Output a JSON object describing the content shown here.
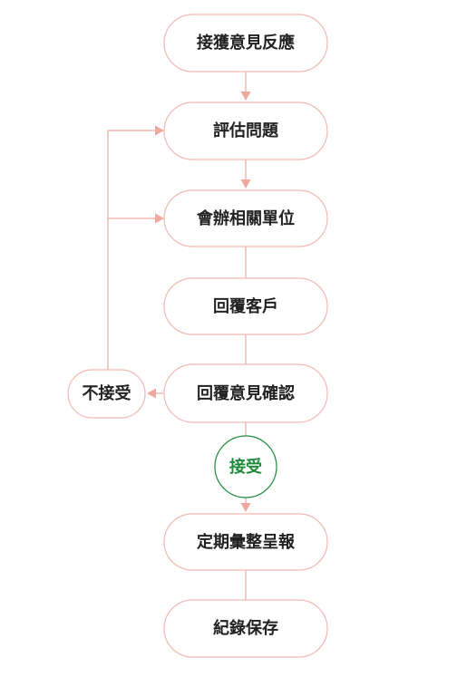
{
  "colors": {
    "node_border": "#f2b8b2",
    "connector": "#f0a79f",
    "accept_border": "#1e8a3c",
    "accept_text": "#1e8a3c",
    "text": "#222222",
    "background": "#ffffff"
  },
  "flowchart": {
    "steps": {
      "receive_feedback": "接獲意見反應",
      "assess_issue": "評估問題",
      "coordinate_units": "會辦相關單位",
      "reply_customer": "回覆客戶",
      "confirm_feedback": "回覆意見確認",
      "not_accepted": "不接受",
      "accepted": "接受",
      "periodic_report": "定期彙整呈報",
      "record_archive": "紀錄保存"
    }
  }
}
